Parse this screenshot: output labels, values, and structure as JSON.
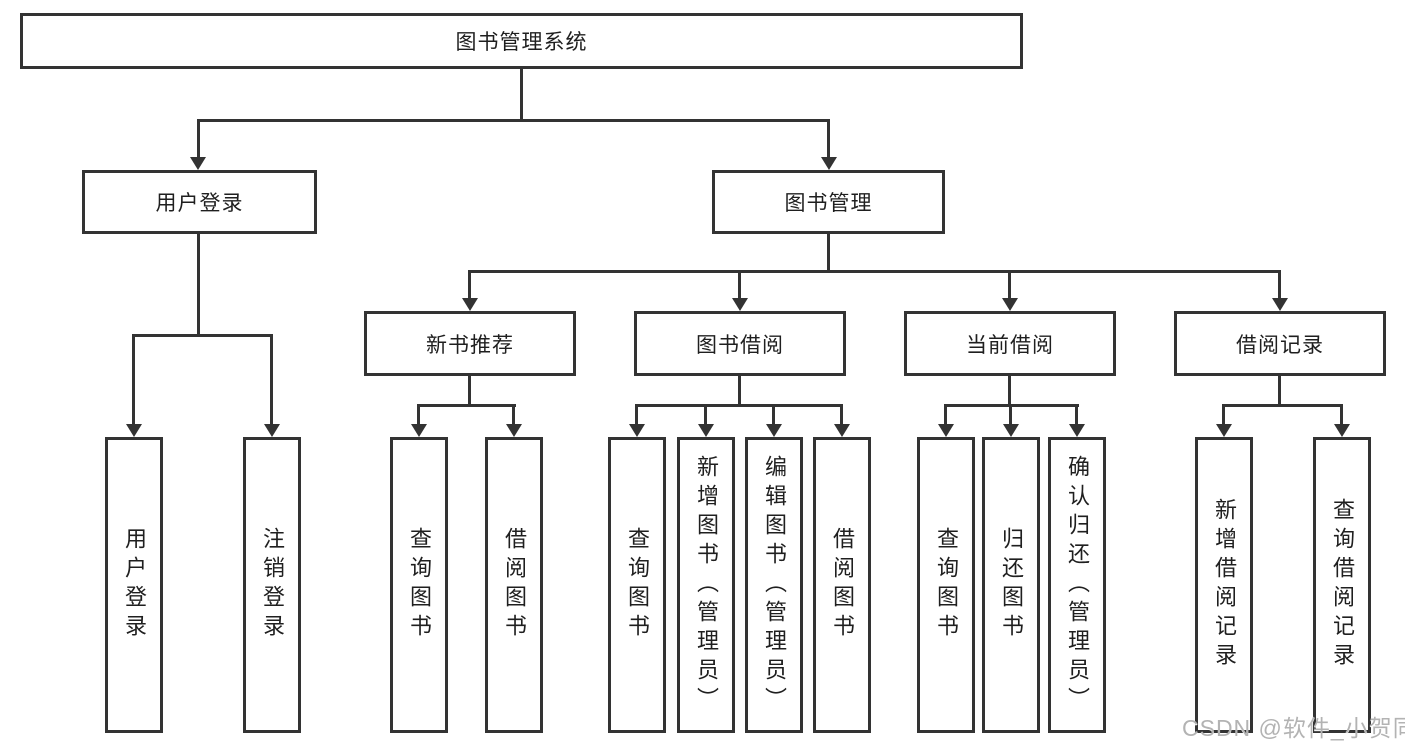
{
  "colors": {
    "line": "#333333",
    "text": "#1f1f1f",
    "watermark": "#b3b3b3",
    "background": "#ffffff"
  },
  "watermark": {
    "text": "CSDN @软件_小贺同学"
  },
  "tree": {
    "root": "图书管理系统",
    "login": {
      "label": "用户登录",
      "children": [
        "用户登录",
        "注销登录"
      ]
    },
    "management": {
      "label": "图书管理",
      "groups": [
        {
          "label": "新书推荐",
          "children": [
            "查询图书",
            "借阅图书"
          ]
        },
        {
          "label": "图书借阅",
          "children": [
            "查询图书",
            "新增图书（管理员）",
            "编辑图书（管理员）",
            "借阅图书"
          ]
        },
        {
          "label": "当前借阅",
          "children": [
            "查询图书",
            "归还图书",
            "确认归还（管理员）"
          ]
        },
        {
          "label": "借阅记录",
          "children": [
            "新增借阅记录",
            "查询借阅记录"
          ]
        }
      ]
    }
  }
}
